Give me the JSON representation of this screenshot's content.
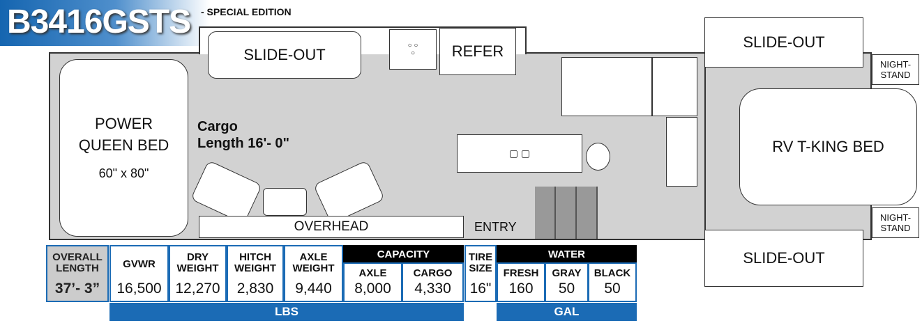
{
  "model": "B3416GSTS",
  "edition": "- SPECIAL EDITION",
  "rooms": {
    "slide_out_front": "SLIDE-OUT",
    "refer": "REFER",
    "bed_front_line1": "POWER",
    "bed_front_line2": "QUEEN BED",
    "bed_front_size": "60\" x 80\"",
    "cargo_line1": "Cargo",
    "cargo_line2": "Length 16'- 0\"",
    "overhead": "OVERHEAD",
    "entry": "ENTRY",
    "slide_out_top": "SLIDE-OUT",
    "slide_out_bottom": "SLIDE-OUT",
    "bed_rear": "RV T-KING BED",
    "nightstand_top_1": "NIGHT-",
    "nightstand_top_2": "STAND",
    "nightstand_bottom_1": "NIGHT-",
    "nightstand_bottom_2": "STAND"
  },
  "specs": {
    "overall_length": {
      "label1": "OVERALL",
      "label2": "LENGTH",
      "value": "37’- 3”"
    },
    "gvwr": {
      "label1": "GVWR",
      "label2": "",
      "value": "16,500"
    },
    "dry_weight": {
      "label1": "DRY",
      "label2": "WEIGHT",
      "value": "12,270"
    },
    "hitch_weight": {
      "label1": "HITCH",
      "label2": "WEIGHT",
      "value": "2,830"
    },
    "axle_weight": {
      "label1": "AXLE",
      "label2": "WEIGHT",
      "value": "9,440"
    },
    "capacity_header": "CAPACITY",
    "capacity_axle": {
      "label": "AXLE",
      "value": "8,000"
    },
    "capacity_cargo": {
      "label": "CARGO",
      "value": "4,330"
    },
    "tire_size": {
      "label1": "TIRE",
      "label2": "SIZE",
      "value": "16\""
    },
    "water_header": "WATER",
    "fresh": {
      "label": "FRESH",
      "value": "160"
    },
    "gray": {
      "label": "GRAY",
      "value": "50"
    },
    "black": {
      "label": "BLACK",
      "value": "50"
    },
    "lbs_unit": "LBS",
    "gal_unit": "GAL"
  }
}
